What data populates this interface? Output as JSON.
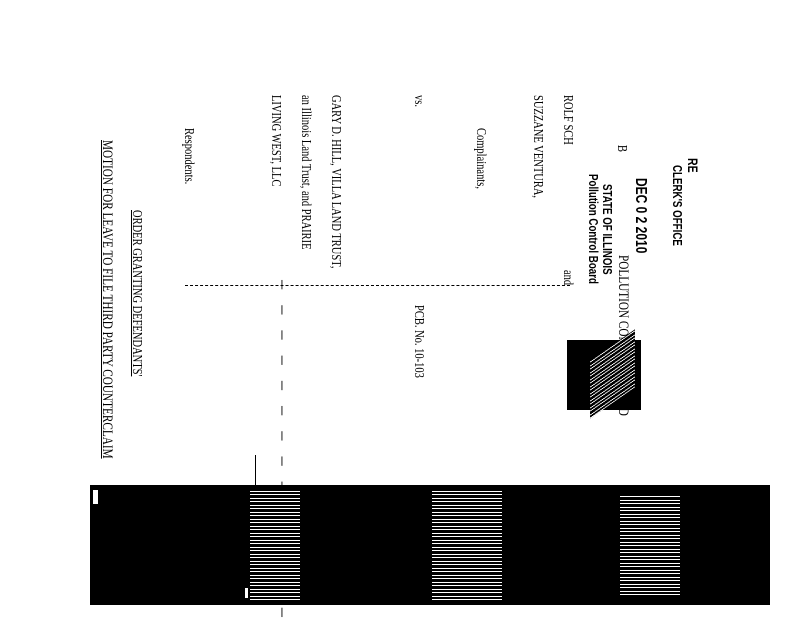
{
  "stamp": {
    "re": "RE",
    "clerks_office": "CLERK'S OFFICE",
    "date": "DEC 0 2 2010",
    "mark": "B",
    "state": "STATE OF ILLINOIS",
    "board": "Pollution Control Board"
  },
  "court_header": "POLLUTION CONTROL BOARD",
  "caption": {
    "complainant_line1": "ROLF SCH",
    "complainant_line1_end": "and",
    "complainant_line2": "SUZZANE VENTURA,",
    "complainants_label": "Complainants,",
    "vs": "vs.",
    "case_number": "PCB. No. 10-103",
    "respondent_line1": "GARY D. HILL, VILLA LAND TRUST,",
    "respondent_line2": "an Illinois Land Trust, and PRAIRIE",
    "respondent_line3": "LIVING WEST, LLC",
    "respondents_label": "Respondents.",
    "paren": ")"
  },
  "title": {
    "line1": "ORDER GRANTING DEFENDANTS'",
    "line2": "MOTION FOR LEAVE TO FILE THIRD PARTY COUNTERCLAIM"
  }
}
